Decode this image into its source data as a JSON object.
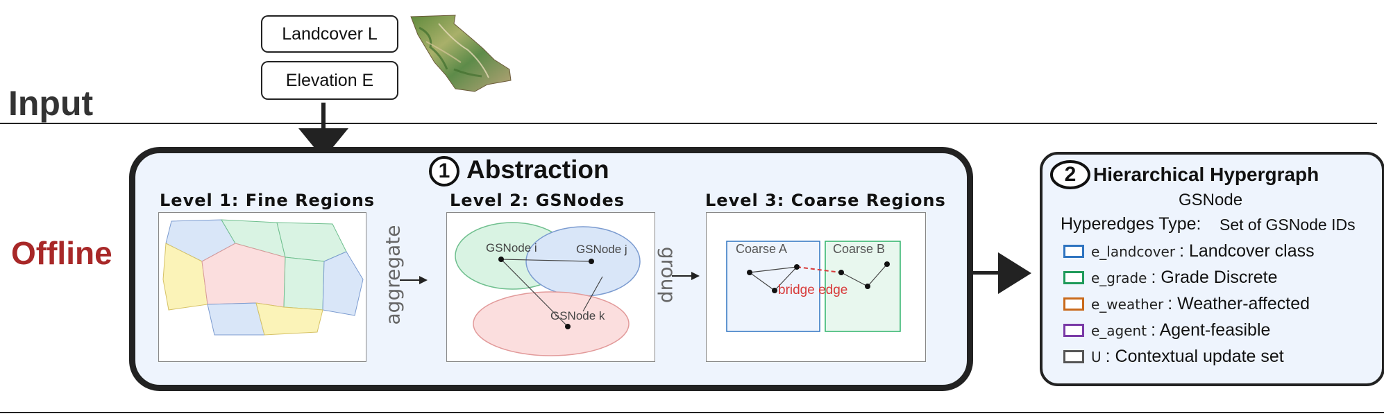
{
  "sections": {
    "input": "Input",
    "offline": "Offline"
  },
  "inputs": {
    "landcover": "Landcover L",
    "elevation": "Elevation E"
  },
  "abstraction": {
    "number": "1",
    "title": "Abstraction",
    "level1": {
      "title": "Level 1: Fine Regions"
    },
    "aggregate_label": "aggregate",
    "level2": {
      "title": "Level 2: GSNodes",
      "node_i": "GSNode i",
      "node_j": "GSNode j",
      "node_k": "GSNode k"
    },
    "group_label": "group",
    "level3": {
      "title": "Level 3: Coarse Regions",
      "coarse_a": "Coarse A",
      "coarse_b": "Coarse B",
      "bridge": "bridge edge"
    }
  },
  "hypergraph": {
    "number": "2",
    "title": "Hierarchical Hypergraph",
    "subtitle": "GSNode",
    "hyperedges_label": "Hyperedges Type:",
    "hyperedges_value": "Set of GSNode IDs",
    "legend": [
      {
        "key": "e_landcover",
        "desc": ": Landcover class",
        "color": "#2f74c0"
      },
      {
        "key": "e_grade",
        "desc": ": Grade Discrete",
        "color": "#1f9a5a"
      },
      {
        "key": "e_weather",
        "desc": ": Weather-affected",
        "color": "#c96a1b"
      },
      {
        "key": "e_agent",
        "desc": ": Agent-feasible",
        "color": "#7a3aa6"
      },
      {
        "key": "U",
        "desc": ": Contextual update set",
        "color": "#555555"
      }
    ]
  },
  "colors": {
    "offline_label": "#a82828",
    "panel_bg": "#eef4fd",
    "region_blue": "#d9e6f8",
    "region_green": "#d9f3e3",
    "region_yellow": "#fbf3b8",
    "region_pink": "#fbdede",
    "bridge_red": "#d83a3a"
  }
}
